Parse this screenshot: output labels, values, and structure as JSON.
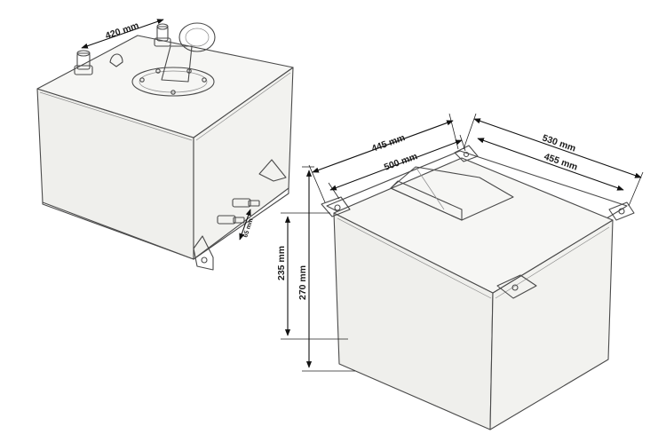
{
  "dimensions": {
    "filler_spacing": "420 mm",
    "fitting_spacing": "65 mm",
    "inner_depth": "445 mm",
    "outer_depth": "500 mm",
    "outer_width": "530 mm",
    "inner_width": "455 mm",
    "body_height": "235 mm",
    "total_height": "270 mm"
  }
}
